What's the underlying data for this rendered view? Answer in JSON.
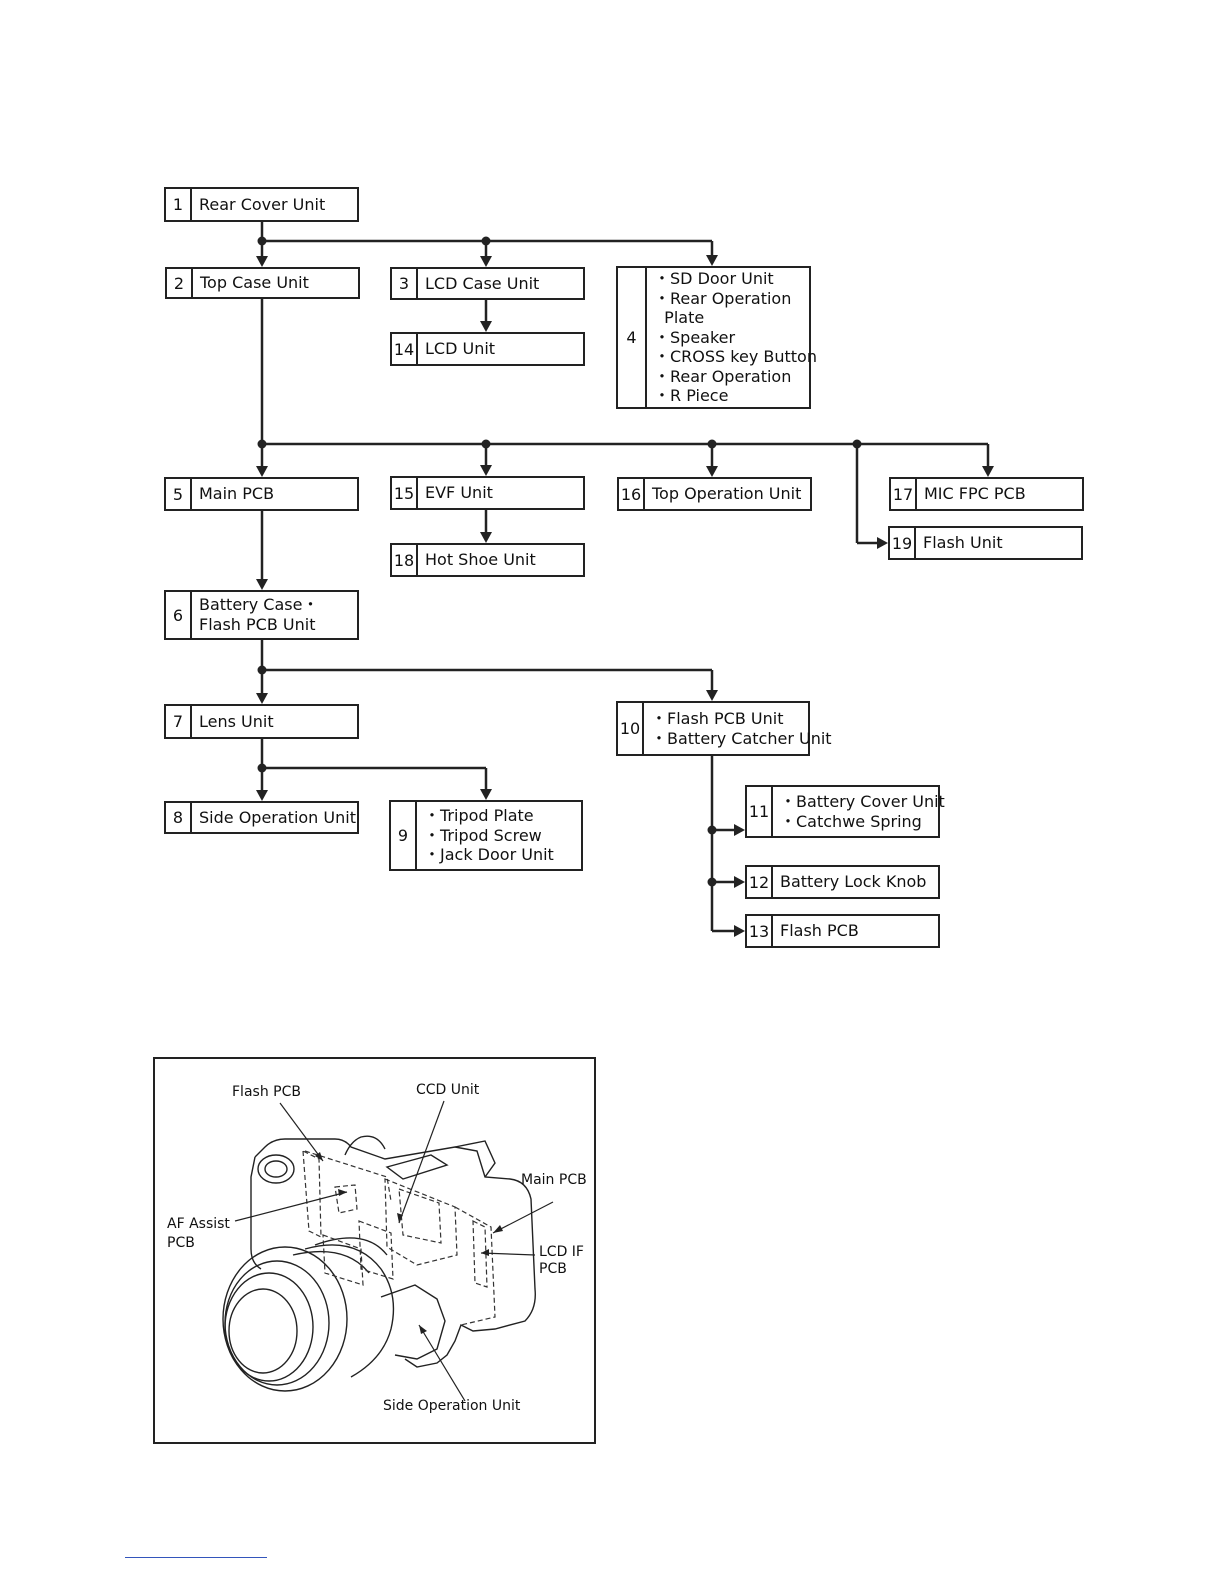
{
  "flow": {
    "steps": [
      {
        "num": "1",
        "lines": [
          "Rear Cover Unit"
        ]
      },
      {
        "num": "2",
        "lines": [
          "Top Case Unit"
        ]
      },
      {
        "num": "3",
        "lines": [
          "LCD Case Unit"
        ]
      },
      {
        "num": "4",
        "lines": [
          "・SD Door Unit",
          "・Rear Operation",
          "  Plate",
          "・Speaker",
          "・CROSS key Button",
          "・Rear Operation",
          "・R Piece"
        ]
      },
      {
        "num": "14",
        "lines": [
          "LCD Unit"
        ]
      },
      {
        "num": "5",
        "lines": [
          "Main PCB"
        ]
      },
      {
        "num": "15",
        "lines": [
          "EVF Unit"
        ]
      },
      {
        "num": "16",
        "lines": [
          "Top Operation Unit"
        ]
      },
      {
        "num": "17",
        "lines": [
          "MIC FPC PCB"
        ]
      },
      {
        "num": "19",
        "lines": [
          "Flash Unit"
        ]
      },
      {
        "num": "18",
        "lines": [
          "Hot Shoe Unit"
        ]
      },
      {
        "num": "6",
        "lines": [
          "Battery Case・",
          "Flash PCB Unit"
        ]
      },
      {
        "num": "7",
        "lines": [
          "Lens Unit"
        ]
      },
      {
        "num": "10",
        "lines": [
          "・Flash PCB Unit",
          "・Battery Catcher Unit"
        ]
      },
      {
        "num": "8",
        "lines": [
          "Side Operation Unit"
        ]
      },
      {
        "num": "9",
        "lines": [
          "・Tripod Plate",
          "・Tripod Screw",
          "・Jack Door Unit"
        ]
      },
      {
        "num": "11",
        "lines": [
          "・Battery Cover Unit",
          "・Catchwe Spring"
        ]
      },
      {
        "num": "12",
        "lines": [
          "Battery Lock Knob"
        ]
      },
      {
        "num": "13",
        "lines": [
          "Flash PCB"
        ]
      }
    ]
  },
  "figure": {
    "labels": {
      "flash_pcb": "Flash PCB",
      "ccd_unit": "CCD Unit",
      "main_pcb": "Main PCB",
      "af_assist_1": "AF Assist",
      "af_assist_2": "PCB",
      "lcd_if_1": "LCD IF",
      "lcd_if_2": "PCB",
      "side_operation": "Side Operation Unit"
    }
  }
}
